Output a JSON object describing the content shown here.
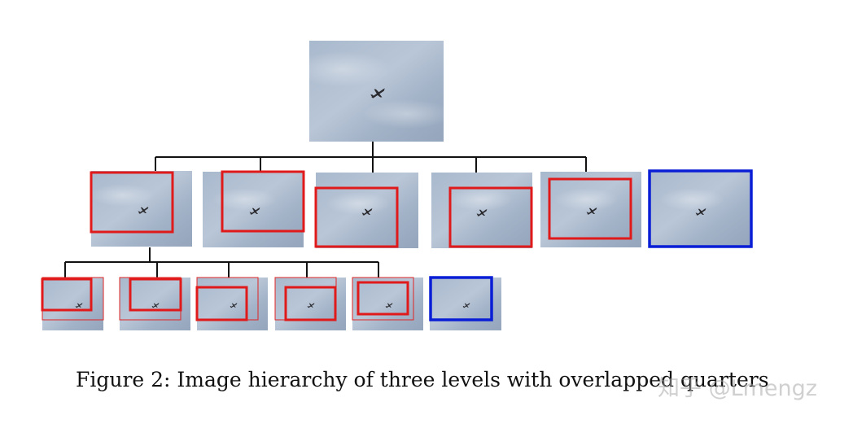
{
  "figure": {
    "caption": "Figure 2: Image hierarchy of three levels with overlapped quarters",
    "watermark": "知乎 @Lmengz"
  },
  "colors": {
    "sky_light": "#b6c4d6",
    "sky_mid": "#9fb0c6",
    "sky_dark": "#8899b0",
    "plane": "#2a2a2e",
    "connector": "#111111",
    "crop_box": "#e01a1a",
    "full_box": "#0a1ed6",
    "quarter_outline": "#e02424"
  },
  "hierarchy": {
    "levels": 3,
    "level_1": {
      "images": 1
    },
    "level_2": {
      "crop_images": 5,
      "full_image": 1
    },
    "level_3": {
      "crop_images": 5,
      "full_image": 1
    }
  }
}
